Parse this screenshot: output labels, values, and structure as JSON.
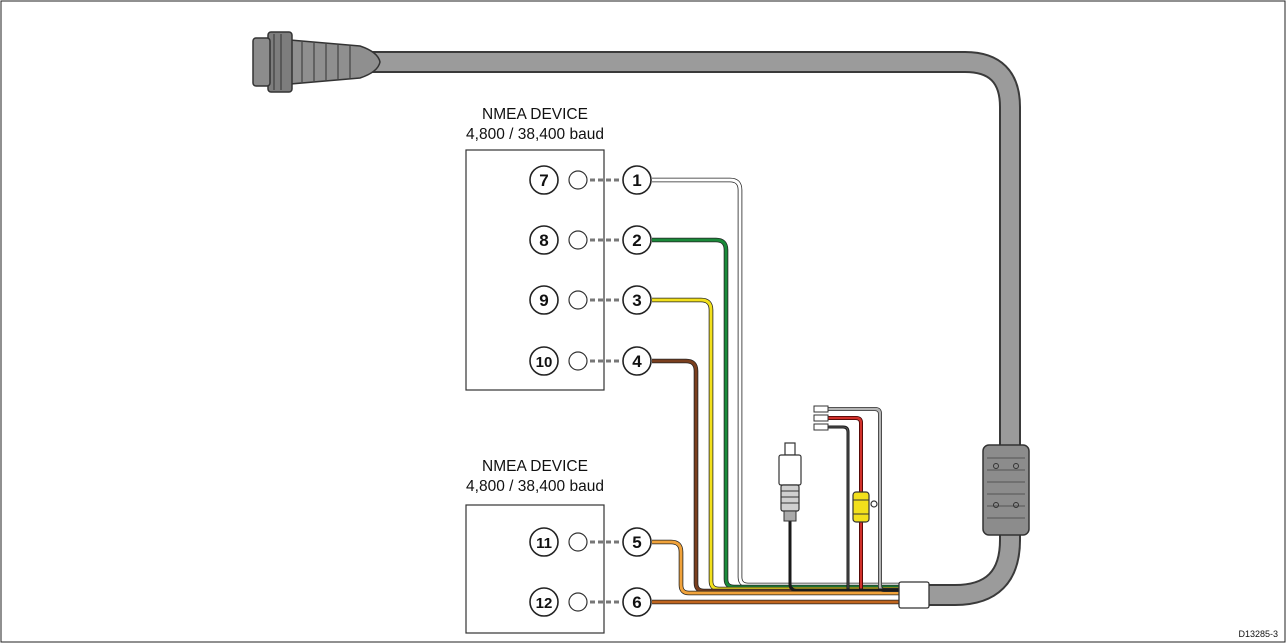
{
  "devices": [
    {
      "title": "NMEA DEVICE",
      "baud": "4,800 / 38,400 baud",
      "device_pins": [
        "7",
        "8",
        "9",
        "10"
      ]
    },
    {
      "title": "NMEA DEVICE",
      "baud": "4,800 / 38,400 baud",
      "device_pins": [
        "11",
        "12"
      ]
    }
  ],
  "cable_pins": [
    "1",
    "2",
    "3",
    "4",
    "5",
    "6"
  ],
  "wire_colors": {
    "pin1": "#ffffff",
    "pin2": "#1a8a3a",
    "pin3": "#f2e01c",
    "pin4": "#7a3f1e",
    "pin5": "#f0a23a",
    "pin6": "#c0651e",
    "power_red": "#d1302a",
    "power_black": "#1a1a1a",
    "drain": "#8c8c8c",
    "cable": "#9b9b9b"
  },
  "drawing_id": "D13285-3"
}
